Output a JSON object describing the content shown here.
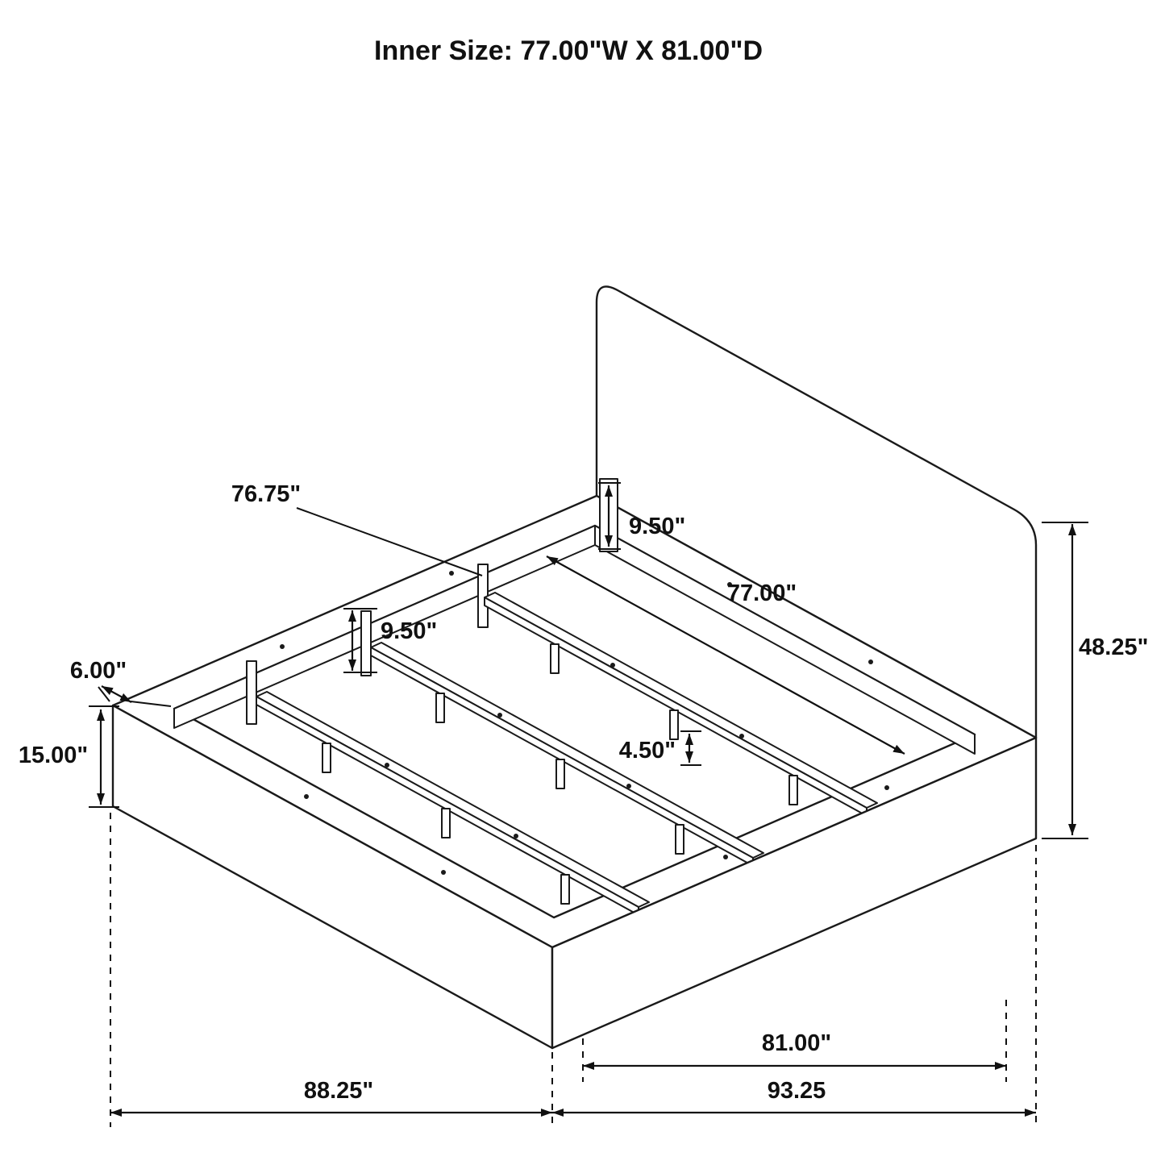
{
  "title": "Inner Size: 77.00\"W X 81.00\"D",
  "diagram_type": "isometric bed frame dimension drawing",
  "dimension_labels": {
    "rail_length": "76.75\"",
    "headboard_bracket_height": "9.50\"",
    "inner_width": "77.00\"",
    "overall_height": "48.25\"",
    "rim_width": "6.00\"",
    "base_height": "15.00\"",
    "slat_support_height": "9.50\"",
    "leg_clearance": "4.50\"",
    "inner_depth": "81.00\"",
    "overall_width": "88.25\"",
    "overall_depth": "93.25"
  }
}
